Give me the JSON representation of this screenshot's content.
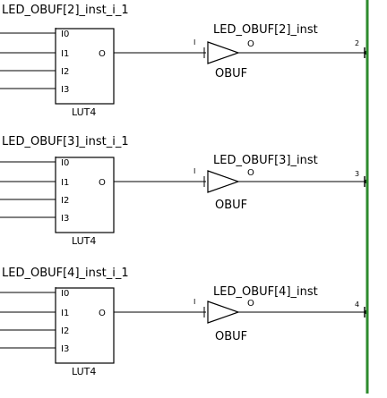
{
  "pins": {
    "i0": "I0",
    "i1": "I1",
    "i2": "I2",
    "i3": "I3",
    "o": "O",
    "buf_i": "I",
    "buf_o": "O"
  },
  "cells": [
    {
      "lut_instance": "LED_OBUF[2]_inst_i_1",
      "lut_type": "LUT4",
      "obuf_instance": "LED_OBUF[2]_inst",
      "obuf_type": "OBUF",
      "net_index": "2"
    },
    {
      "lut_instance": "LED_OBUF[3]_inst_i_1",
      "lut_type": "LUT4",
      "obuf_instance": "LED_OBUF[3]_inst",
      "obuf_type": "OBUF",
      "net_index": "3"
    },
    {
      "lut_instance": "LED_OBUF[4]_inst_i_1",
      "lut_type": "LUT4",
      "obuf_instance": "LED_OBUF[4]_inst",
      "obuf_type": "OBUF",
      "net_index": "4"
    }
  ],
  "colors": {
    "bus": "#2e8b2e",
    "wire": "#000000",
    "background": "#ffffff"
  }
}
